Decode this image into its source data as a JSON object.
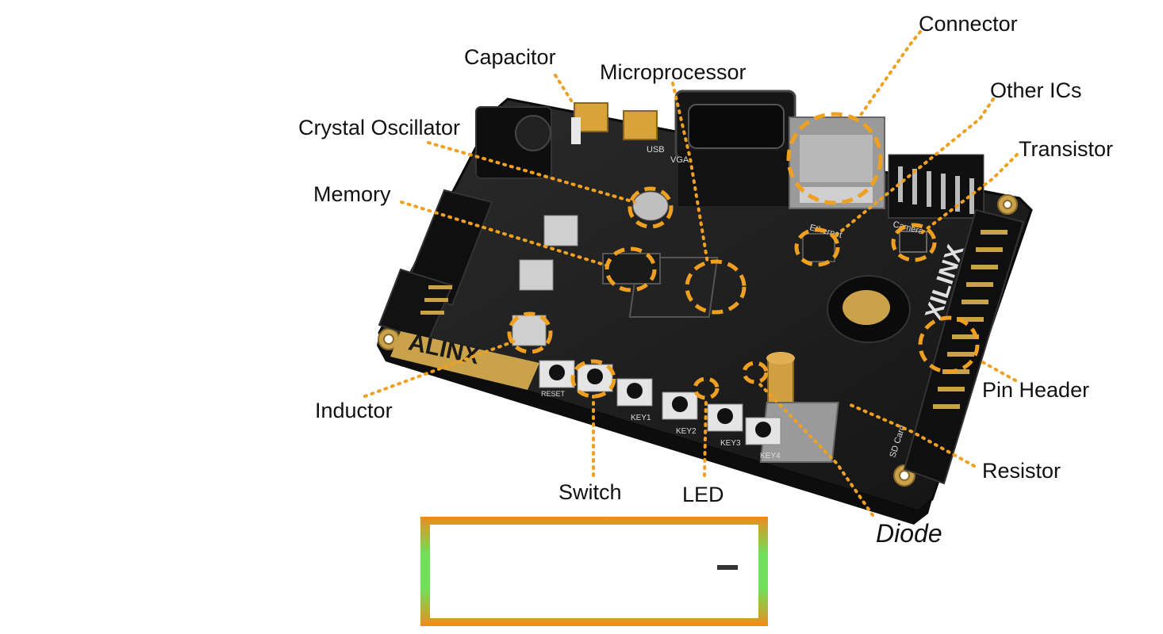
{
  "board": {
    "brand_logo": "ALINX",
    "vendor_logo": "XILINX",
    "silk": {
      "vga": "VGA",
      "usb": "USB",
      "ethernet": "Ethernet",
      "camera": "Camera",
      "sd_card": "SD Card",
      "keys": [
        "KEY1",
        "KEY2",
        "KEY3",
        "KEY4"
      ],
      "reset": "RESET"
    }
  },
  "labels": {
    "connector": "Connector",
    "capacitor": "Capacitor",
    "microprocessor": "Microprocessor",
    "other_ics": "Other ICs",
    "crystal_oscillator": "Crystal Oscillator",
    "transistor": "Transistor",
    "memory": "Memory",
    "pin_header": "Pin Header",
    "inductor": "Inductor",
    "resistor": "Resistor",
    "switch": "Switch",
    "led": "LED",
    "diode": "Diode"
  },
  "colors": {
    "callout": "#f0a020",
    "board": "#1c1c1c",
    "gold": "#c9a24a",
    "frame_orange": "#f08a1c",
    "frame_green": "#6fe05a"
  }
}
